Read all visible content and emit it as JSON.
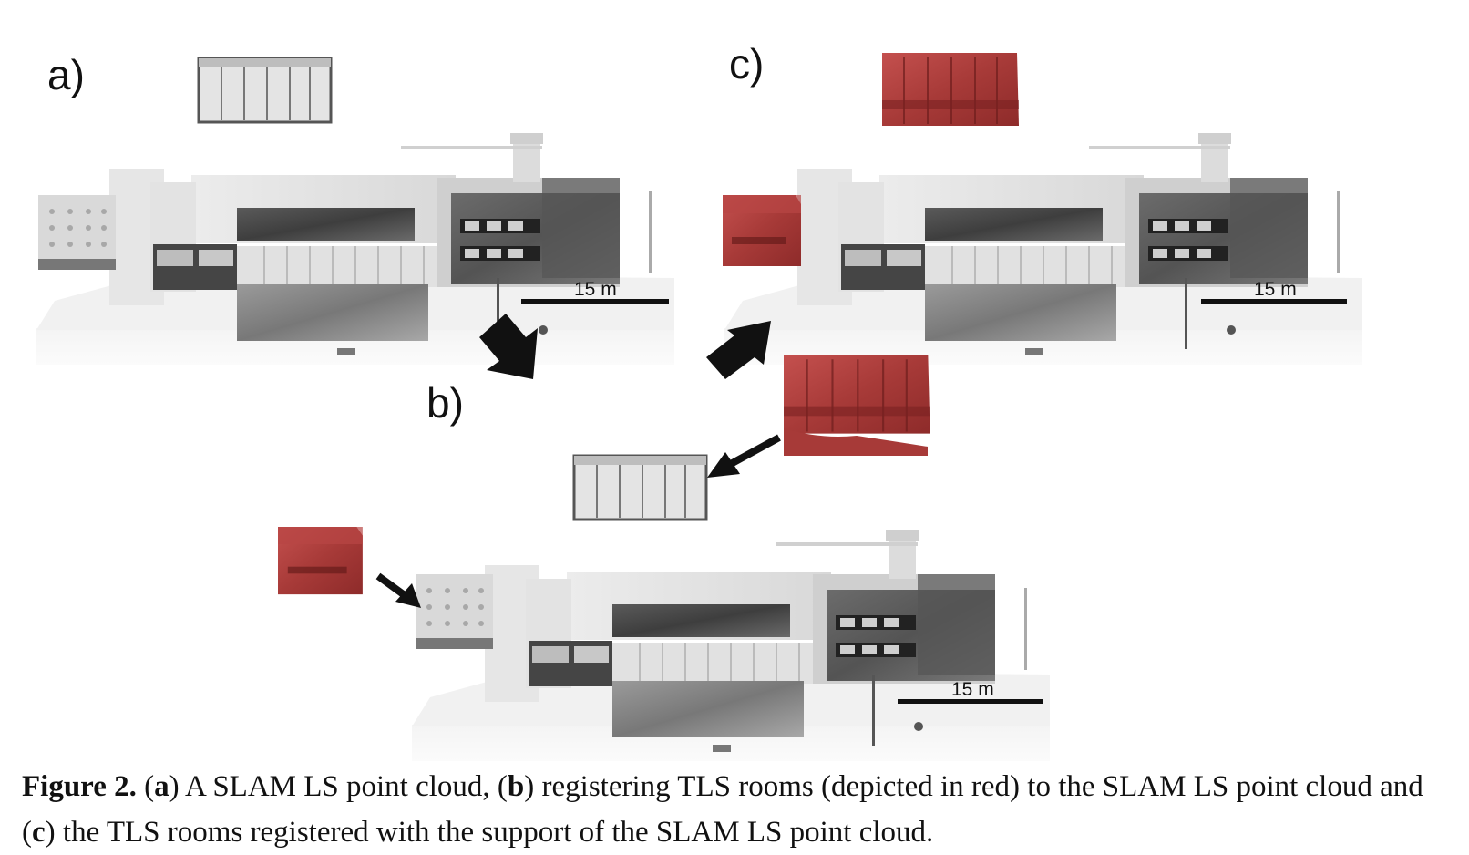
{
  "figure": {
    "panels": [
      {
        "id": "a",
        "label": "a)",
        "scale_label": "15 m"
      },
      {
        "id": "b",
        "label": "b)",
        "scale_label": "15 m"
      },
      {
        "id": "c",
        "label": "c)",
        "scale_label": "15 m"
      }
    ]
  },
  "caption": {
    "figure_label": "Figure 2.",
    "segments": [
      {
        "text": " (",
        "bold": false
      },
      {
        "text": "a",
        "bold": true
      },
      {
        "text": ") A SLAM LS point cloud, (",
        "bold": false
      },
      {
        "text": "b",
        "bold": true
      },
      {
        "text": ") registering TLS rooms (depicted in red) to the SLAM LS point cloud and (",
        "bold": false
      },
      {
        "text": "c",
        "bold": true
      },
      {
        "text": ") the TLS rooms registered with the support of the SLAM LS point cloud.",
        "bold": false
      }
    ]
  }
}
